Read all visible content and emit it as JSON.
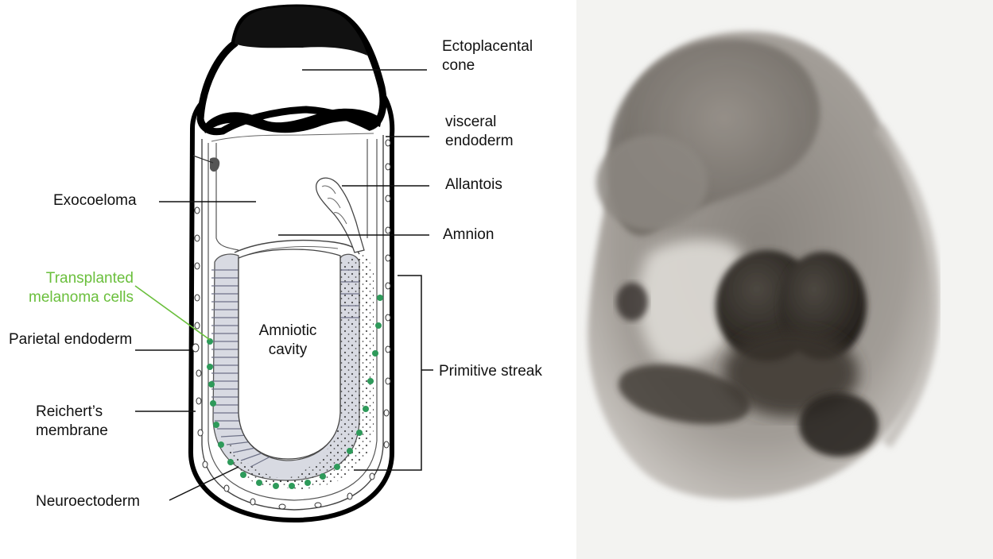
{
  "colors": {
    "ink": "#111111",
    "green_label": "#6abf3c",
    "melanoma_cells": "#2e9a5a",
    "neuroectoderm": "#8f94a8",
    "photo_background": "#f3f3f1"
  },
  "labels": {
    "ectoplacental_cone": [
      "Ectoplacental",
      "cone"
    ],
    "visceral_endoderm": [
      "visceral",
      "endoderm"
    ],
    "allantois": "Allantois",
    "exocoeloma": "Exocoeloma",
    "amnion": "Amnion",
    "transplanted_melanoma_cells": [
      "Transplanted",
      "melanoma cells"
    ],
    "parietal_endoderm": "Parietal endoderm",
    "amniotic_cavity": [
      "Amniotic",
      "cavity"
    ],
    "primitive_streak": "Primitive streak",
    "reicherts_membrane": [
      "Reichert’s",
      "membrane"
    ],
    "neuroectoderm": "Neuroectoderm"
  },
  "photo": {
    "subject": "embryo-photograph"
  }
}
